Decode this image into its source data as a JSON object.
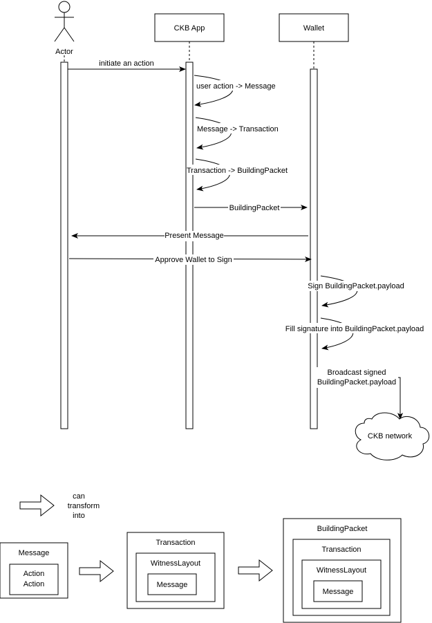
{
  "participants": {
    "actor": "Actor",
    "app": "CKB App",
    "wallet": "Wallet"
  },
  "messages": {
    "initiate": "initiate an action",
    "to_message": "user action -> Message",
    "to_transaction": "Message -> Transaction",
    "to_building_packet": "Transaction -> BuildingPacket",
    "building_packet": "BuildingPacket",
    "present_message": "Present Message",
    "approve": "Approve Wallet to Sign",
    "sign": "Sign BuildingPacket.payload",
    "fill_signature": "Fill signature into BuildingPacket.payload",
    "broadcast_line1": "Broadcast signed",
    "broadcast_line2": "BuildingPacket.payload"
  },
  "network": "CKB network",
  "legend": {
    "line1": "can",
    "line2": "transform",
    "line3": "into"
  },
  "structures": {
    "message_box": {
      "title": "Message",
      "inner_line1": "Action",
      "inner_line2": "Action"
    },
    "transaction_box": {
      "title": "Transaction",
      "inner_title": "WitnessLayout",
      "innermost": "Message"
    },
    "building_packet_box": {
      "title": "BuildingPacket",
      "inner_title": "Transaction",
      "inner_inner_title": "WitnessLayout",
      "innermost": "Message"
    }
  }
}
